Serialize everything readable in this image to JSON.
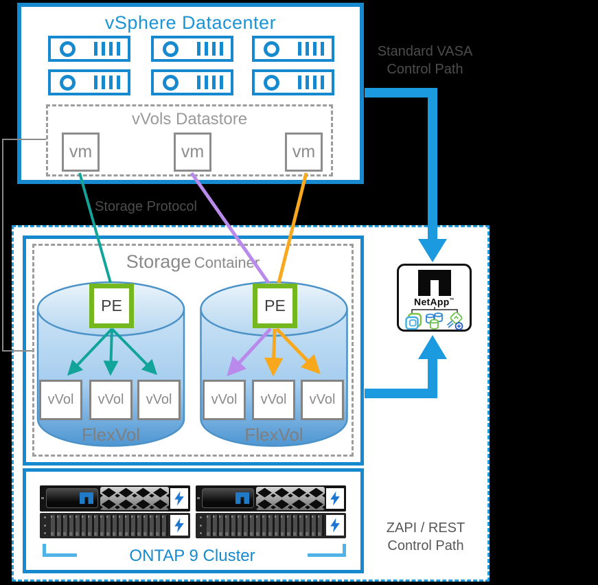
{
  "colors": {
    "vmware_blue": "#1789CE",
    "thick_arrow_blue": "#1B9AE0",
    "dashed_blue": "#1E9CDC",
    "bracket_blue": "#4FB3E8",
    "teal_arrow": "#12A49A",
    "purple_arrow": "#B98AEC",
    "orange_arrow": "#F7A81C",
    "pe_green": "#74B71F",
    "gray_border": "#8C8C8C",
    "gray_text": "#8A8A8A",
    "dark_gray_text": "#4D4D4D"
  },
  "vsphere": {
    "title": "vSphere Datacenter",
    "host_count": 6,
    "datastore": {
      "title": "vVols Datastore",
      "vms": [
        "vm",
        "vm",
        "vm"
      ]
    }
  },
  "labels": {
    "vasa_line1": "Standard VASA",
    "vasa_line2": "Control Path",
    "storage_protocol": "Storage Protocol",
    "zapi_line1": "ZAPI / REST",
    "zapi_line2": "Control Path"
  },
  "storage_container": {
    "title_main": "Storage",
    "title_sub": "Container",
    "flexvols": [
      {
        "pe": "PE",
        "vvols": [
          "vVol",
          "vVol",
          "vVol"
        ],
        "label": "FlexVol"
      },
      {
        "pe": "PE",
        "vvols": [
          "vVol",
          "vVol",
          "vVol"
        ],
        "label": "FlexVol"
      }
    ]
  },
  "ontap": {
    "cluster_label": "ONTAP 9 Cluster",
    "node_count": 2
  },
  "netapp": {
    "brand": "NetApp",
    "trademark": "™"
  }
}
